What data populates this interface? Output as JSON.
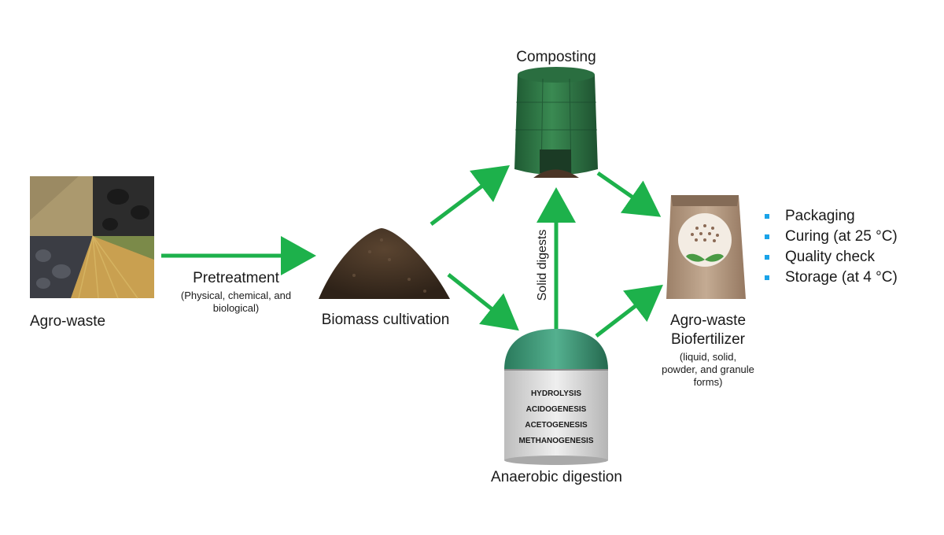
{
  "nodes": {
    "agro_waste": {
      "label": "Agro-waste"
    },
    "pretreatment": {
      "label": "Pretreatment",
      "sublabel_line1": "(Physical, chemical, and",
      "sublabel_line2": "biological)"
    },
    "biomass": {
      "label": "Biomass cultivation"
    },
    "composting": {
      "label": "Composting"
    },
    "anaerobic": {
      "label": "Anaerobic digestion",
      "stages": [
        "HYDROLYSIS",
        "ACIDOGENESIS",
        "ACETOGENESIS",
        "METHANOGENESIS"
      ]
    },
    "biofertilizer": {
      "label_line1": "Agro-waste",
      "label_line2": "Biofertilizer",
      "forms_line1": "(liquid, solid,",
      "forms_line2": "powder, and granule",
      "forms_line3": "forms)"
    }
  },
  "edge_labels": {
    "solid_digests": "Solid digests"
  },
  "post_processing_steps": [
    "Packaging",
    "Curing (at 25 °C)",
    "Quality check",
    "Storage (at 4 °C)"
  ],
  "colors": {
    "arrow": "#1db14b",
    "bullet": "#1aa3e8",
    "bin": "#2f7a45",
    "dome": "#3d9a78",
    "bag": "#b49a82"
  }
}
